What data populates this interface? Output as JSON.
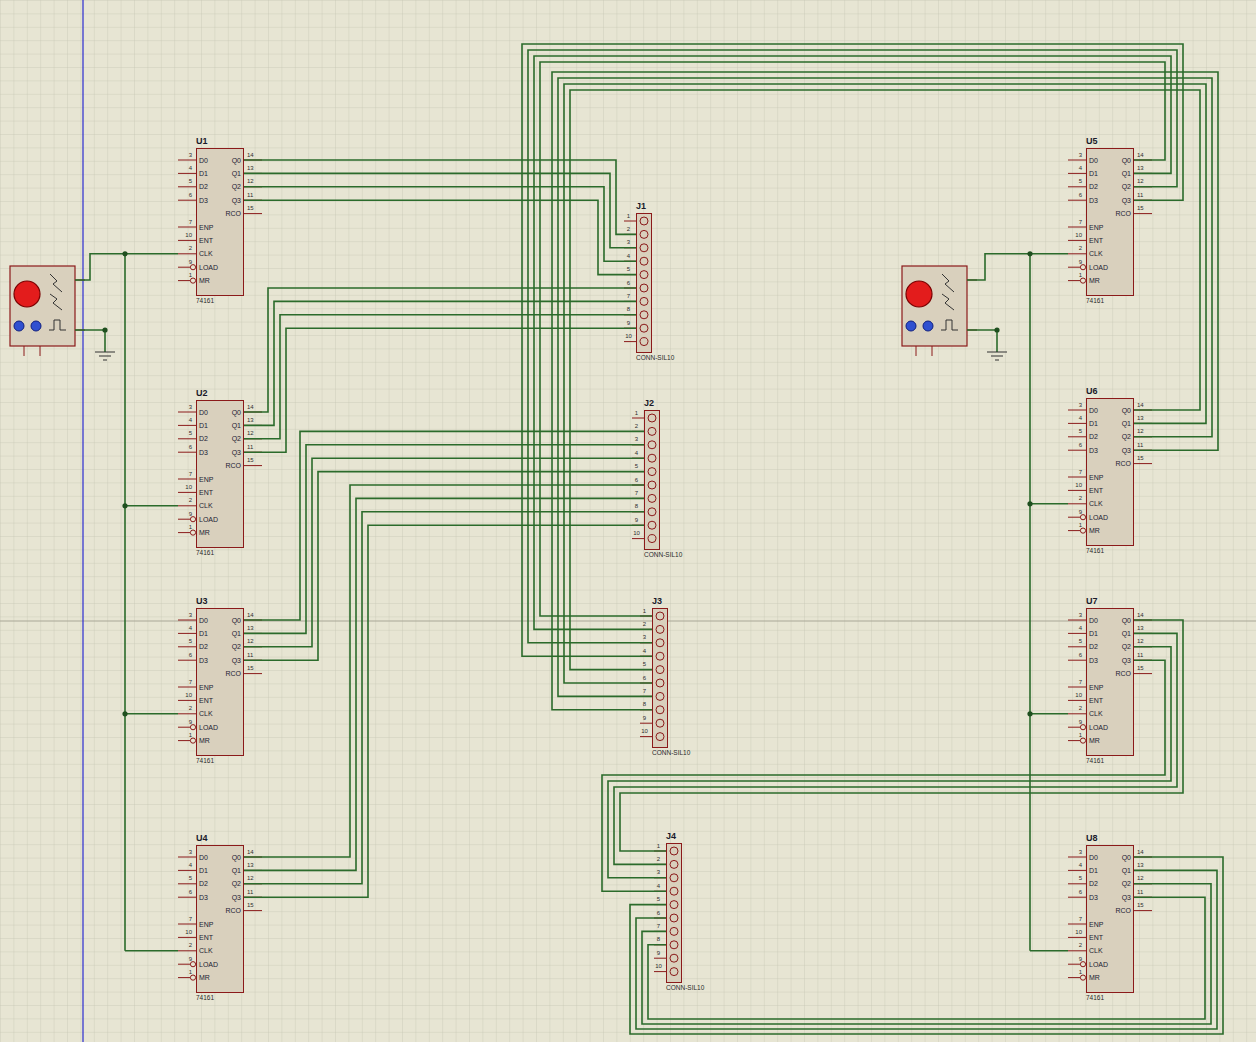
{
  "diagram": {
    "nodes": [
      {
        "text": [
          "U1",
          "D0",
          "D1",
          "D2",
          "D3",
          "ENP",
          "ENT",
          "CLK",
          "LOAD",
          "MR",
          "Q0",
          "Q1",
          "Q2",
          "Q3",
          "RCO",
          "74161"
        ]
      },
      {
        "text": [
          "U2",
          "D0",
          "D1",
          "D2",
          "D3",
          "ENP",
          "ENT",
          "CLK",
          "LOAD",
          "MR",
          "Q0",
          "Q1",
          "Q2",
          "Q3",
          "RCO",
          "74161"
        ]
      },
      {
        "text": [
          "U3",
          "D0",
          "D1",
          "D2",
          "D3",
          "ENP",
          "ENT",
          "CLK",
          "LOAD",
          "MR",
          "Q0",
          "Q1",
          "Q2",
          "Q3",
          "RCO",
          "74161"
        ]
      },
      {
        "text": [
          "U4",
          "D0",
          "D1",
          "D2",
          "D3",
          "ENP",
          "ENT",
          "CLK",
          "LOAD",
          "MR",
          "Q0",
          "Q1",
          "Q2",
          "Q3",
          "RCO",
          "74161"
        ]
      },
      {
        "text": [
          "J1",
          "CONN-SIL10"
        ]
      },
      {
        "text": [
          "J2",
          "CONN-SIL10"
        ]
      },
      {
        "text": [
          "J3",
          "CONN-SIL10"
        ]
      },
      {
        "text": [
          "J4",
          "CONN-SIL10"
        ]
      },
      {
        "text": [
          "U5",
          "D0",
          "D1",
          "D2",
          "D3",
          "ENP",
          "ENT",
          "CLK",
          "LOAD",
          "MR",
          "Q0",
          "Q1",
          "Q2",
          "Q3",
          "RCO",
          "74161"
        ]
      },
      {
        "text": [
          "U6",
          "D0",
          "D1",
          "D2",
          "D3",
          "ENP",
          "ENT",
          "CLK",
          "LOAD",
          "MR",
          "Q0",
          "Q1",
          "Q2",
          "Q3",
          "RCO",
          "74161"
        ]
      },
      {
        "text": [
          "U7",
          "D0",
          "D1",
          "D2",
          "D3",
          "ENP",
          "ENT",
          "CLK",
          "LOAD",
          "MR",
          "Q0",
          "Q1",
          "Q2",
          "Q3",
          "RCO",
          "74161"
        ]
      },
      {
        "text": [
          "U8",
          "D0",
          "D1",
          "D2",
          "D3",
          "ENP",
          "ENT",
          "CLK",
          "LOAD",
          "MR",
          "Q0",
          "Q1",
          "Q2",
          "Q3",
          "RCO",
          "74161"
        ]
      }
    ],
    "edges": [
      {
        "from": 0,
        "to": 4,
        "arrow": "none"
      },
      {
        "from": 0,
        "to": 4,
        "arrow": "none"
      },
      {
        "from": 0,
        "to": 4,
        "arrow": "none"
      },
      {
        "from": 0,
        "to": 4,
        "arrow": "none"
      },
      {
        "from": 1,
        "to": 4,
        "arrow": "none"
      },
      {
        "from": 1,
        "to": 4,
        "arrow": "none"
      },
      {
        "from": 1,
        "to": 4,
        "arrow": "none"
      },
      {
        "from": 1,
        "to": 4,
        "arrow": "none"
      },
      {
        "from": 2,
        "to": 5,
        "arrow": "none"
      },
      {
        "from": 2,
        "to": 5,
        "arrow": "none"
      },
      {
        "from": 2,
        "to": 5,
        "arrow": "none"
      },
      {
        "from": 2,
        "to": 5,
        "arrow": "none"
      },
      {
        "from": 3,
        "to": 5,
        "arrow": "none"
      },
      {
        "from": 3,
        "to": 5,
        "arrow": "none"
      },
      {
        "from": 3,
        "to": 5,
        "arrow": "none"
      },
      {
        "from": 3,
        "to": 5,
        "arrow": "none"
      },
      {
        "from": 8,
        "to": 6,
        "arrow": "none"
      },
      {
        "from": 8,
        "to": 6,
        "arrow": "none"
      },
      {
        "from": 8,
        "to": 6,
        "arrow": "none"
      },
      {
        "from": 8,
        "to": 6,
        "arrow": "none"
      },
      {
        "from": 9,
        "to": 6,
        "arrow": "none"
      },
      {
        "from": 9,
        "to": 6,
        "arrow": "none"
      },
      {
        "from": 9,
        "to": 6,
        "arrow": "none"
      },
      {
        "from": 9,
        "to": 6,
        "arrow": "none"
      },
      {
        "from": 10,
        "to": 7,
        "arrow": "none"
      },
      {
        "from": 10,
        "to": 7,
        "arrow": "none"
      },
      {
        "from": 10,
        "to": 7,
        "arrow": "none"
      },
      {
        "from": 10,
        "to": 7,
        "arrow": "none"
      },
      {
        "from": 11,
        "to": 7,
        "arrow": "none"
      },
      {
        "from": 11,
        "to": 7,
        "arrow": "none"
      },
      {
        "from": 11,
        "to": 7,
        "arrow": "none"
      },
      {
        "from": 11,
        "to": 7,
        "arrow": "none"
      }
    ],
    "labels": [
      "3",
      "4",
      "5",
      "6",
      "7",
      "10",
      "2",
      "9",
      "1",
      "14",
      "13",
      "12",
      "11",
      "15",
      "3",
      "4",
      "5",
      "6",
      "7",
      "10",
      "2",
      "9",
      "1",
      "14",
      "13",
      "12",
      "11",
      "15",
      "3",
      "4",
      "5",
      "6",
      "7",
      "10",
      "2",
      "9",
      "1",
      "14",
      "13",
      "12",
      "11",
      "15",
      "3",
      "4",
      "5",
      "6",
      "7",
      "10",
      "2",
      "9",
      "1",
      "14",
      "13",
      "12",
      "11",
      "15",
      "3",
      "4",
      "5",
      "6",
      "7",
      "10",
      "2",
      "9",
      "1",
      "14",
      "13",
      "12",
      "11",
      "15",
      "3",
      "4",
      "5",
      "6",
      "7",
      "10",
      "2",
      "9",
      "1",
      "14",
      "13",
      "12",
      "11",
      "15",
      "3",
      "4",
      "5",
      "6",
      "7",
      "10",
      "2",
      "9",
      "1",
      "14",
      "13",
      "12",
      "11",
      "15",
      "3",
      "4",
      "5",
      "6",
      "7",
      "10",
      "2",
      "9",
      "1",
      "14",
      "13",
      "12",
      "11",
      "15",
      "1",
      "2",
      "3",
      "4",
      "5",
      "6",
      "7",
      "8",
      "9",
      "10",
      "1",
      "2",
      "3",
      "4",
      "5",
      "6",
      "7",
      "8",
      "9",
      "10",
      "1",
      "2",
      "3",
      "4",
      "5",
      "6",
      "7",
      "8",
      "9",
      "10",
      "1",
      "2",
      "3",
      "4",
      "5",
      "6",
      "7",
      "8",
      "9",
      "10"
    ]
  }
}
